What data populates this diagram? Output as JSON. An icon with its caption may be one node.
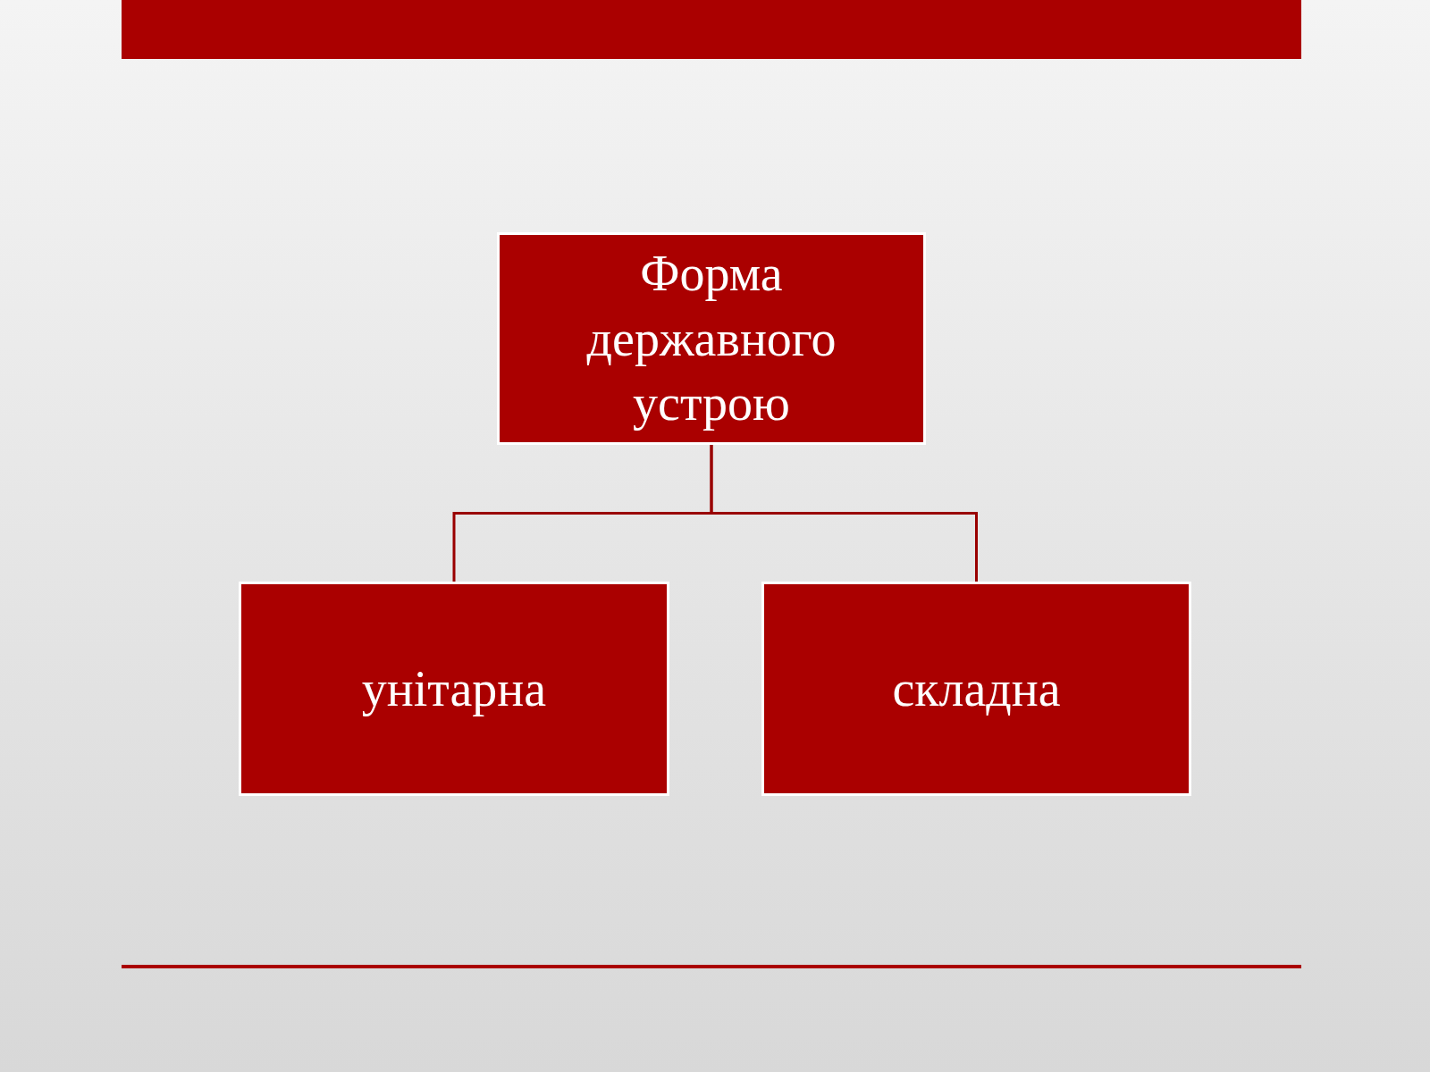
{
  "diagram": {
    "nodes": [
      {
        "text": [
          "Форма державного устрою"
        ]
      },
      {
        "text": [
          "унітарна"
        ]
      },
      {
        "text": [
          "складна"
        ]
      }
    ],
    "edges": [
      {
        "from": 0,
        "to": 1,
        "arrow": "none"
      },
      {
        "from": 0,
        "to": 2,
        "arrow": "none"
      }
    ]
  }
}
